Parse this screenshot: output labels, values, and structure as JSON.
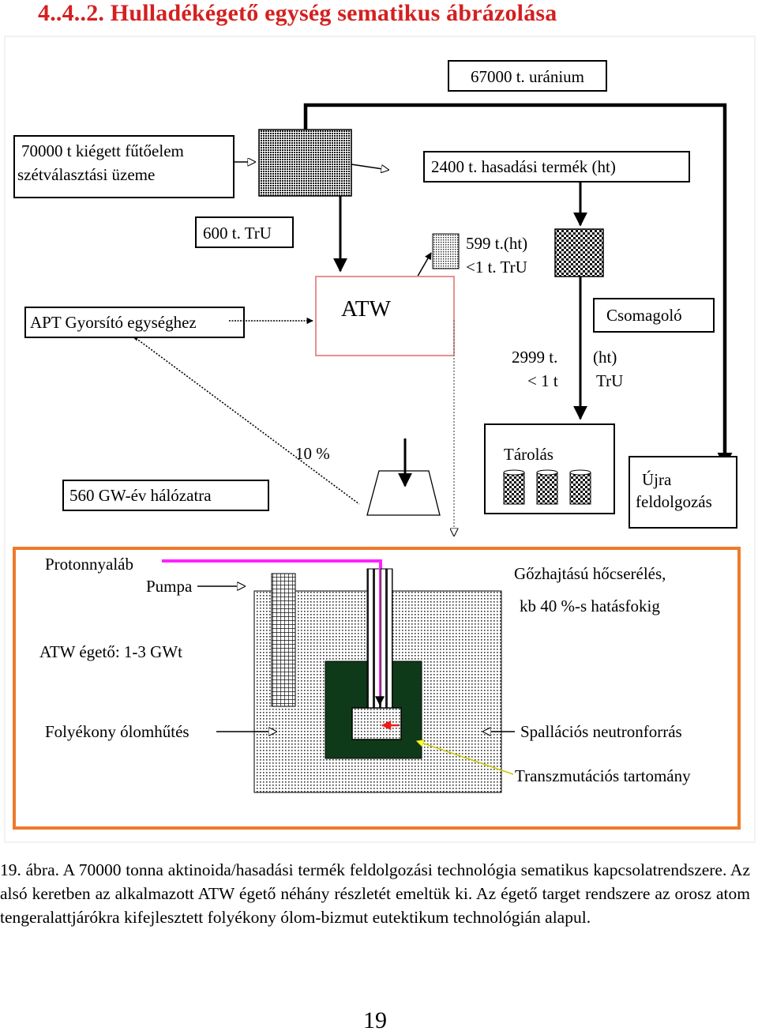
{
  "heading": "4..4..2. Hulladékégető egység sematikus ábrázolása",
  "diagram": {
    "uranium_label": "67000 t. uránium",
    "separation_plant_line1": "70000 t kiégett fűtőelem",
    "separation_plant_line2": "szétválasztási üzeme",
    "fission_products_label": "2400 t. hasadási termék  (ht)",
    "tru_600_label": "600 t. TrU",
    "small_output_line1": "599 t.(ht)",
    "small_output_line2": "<1 t. TrU",
    "apt_label": "APT Gyorsító egységhez",
    "atw_label": "ATW",
    "packager_label": "Csomagoló",
    "flow_2999": "2999 t.",
    "flow_lt1": "<  1 t",
    "flow_ht": "(ht)",
    "flow_tru": "TrU",
    "grid_label": "560 GW-év hálózatra",
    "percent_label": "10 %",
    "storage_label": "Tárolás",
    "reprocessing_line1": "Újra",
    "reprocessing_line2": "feldolgozás",
    "proton_beam": "Protonnyaláb",
    "pump": "Pumpa",
    "steam_exchange": "Gőzhajtású hőcserélés,",
    "efficiency": "kb 40 %-s hatásfokig",
    "burner_label": "ATW égető: 1-3 GWt",
    "lead_cooling": "Folyékony ólomhűtés",
    "spallation": "Spallációs neutronforrás",
    "transmutation": "Transzmutációs tartomány"
  },
  "caption": "19. ábra. A 70000 tonna aktinoida/hasadási termék feldolgozási technológia sematikus kapcsolatrendszere. Az alsó keretben az alkalmazott  ATW égető néhány részletét emeltük ki. Az égető target rendszere az orosz atom tengeralattjárókra kifejlesztett folyékony ólom-bizmut eutektikum  technológián alapul.",
  "page_number": "19",
  "colors": {
    "heading": "#d42020",
    "atw_border": "#e89090",
    "burner_frame": "#ee7a2a",
    "proton_line": "#ff22ff",
    "spallation_arrow": "#ffff33",
    "core": "#0f3a1a",
    "target_arrow": "#ee1a1a"
  }
}
